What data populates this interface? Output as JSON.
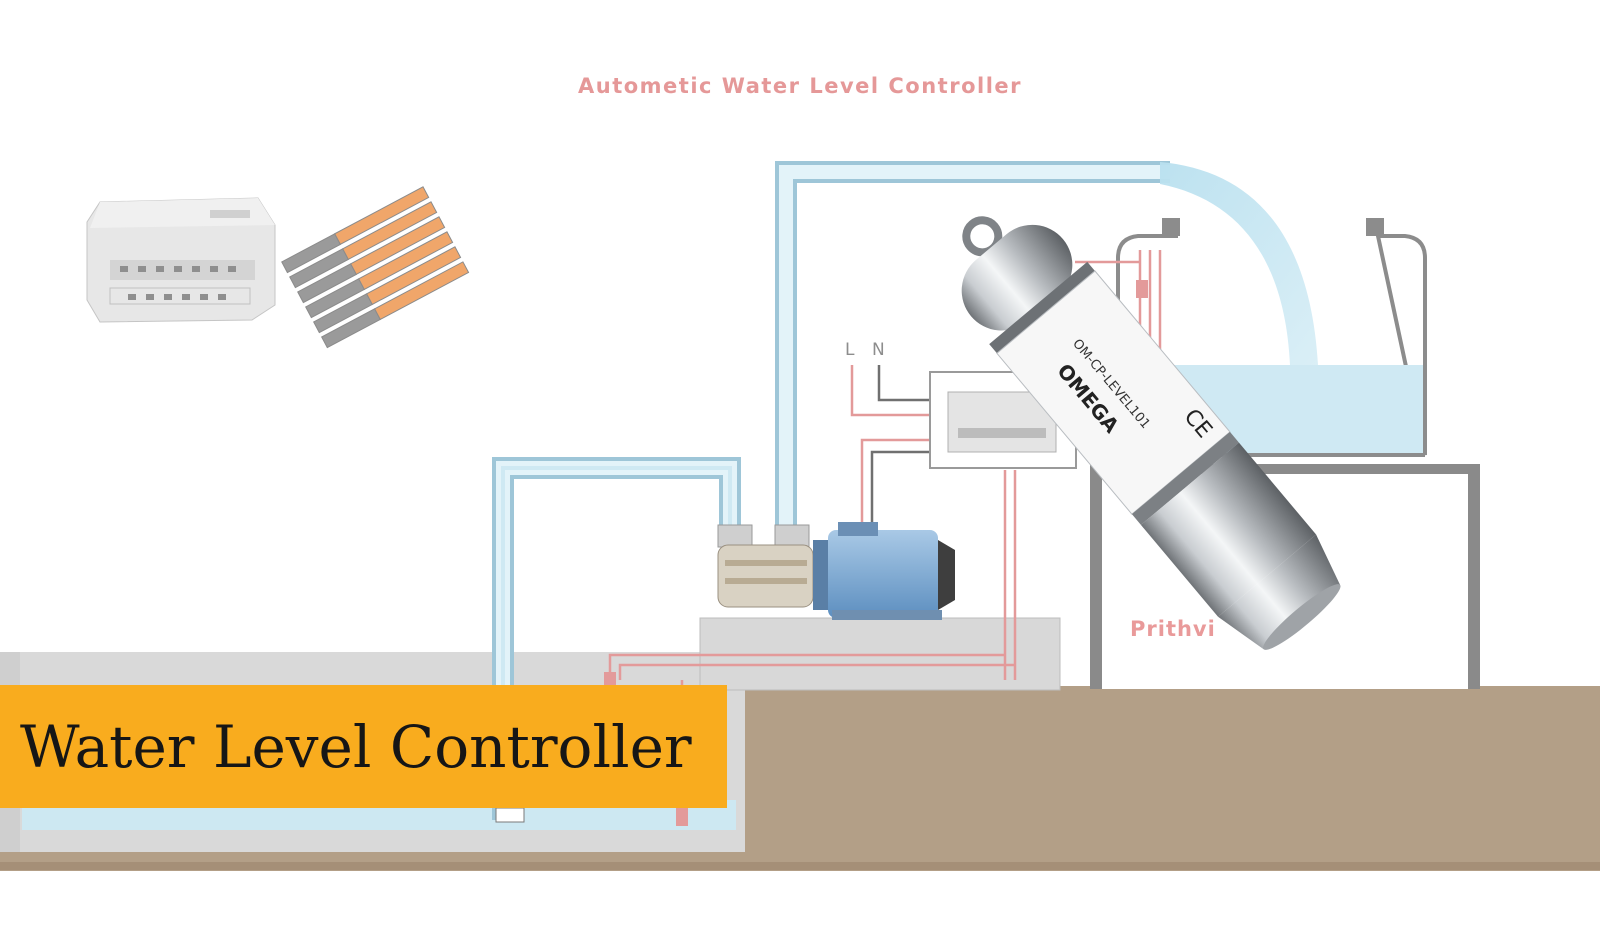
{
  "diagram": {
    "title": "Autometic Water Level Controller",
    "wire_label_l": "L",
    "wire_label_n": "N",
    "brand_label": "Prithvi",
    "colors": {
      "water": "#cfe9f3",
      "pipe_outline": "#9ec6d8",
      "wire_red": "#e39a9a",
      "wire_dark": "#707070",
      "ground": "#b39f87",
      "banner": "#f9ac1e",
      "title": "#e59898"
    }
  },
  "sensor": {
    "brand": "OMEGA",
    "model": "OM-CP-LEVEL101",
    "certification": "CE"
  },
  "banner": {
    "text": "Water Level Controller"
  }
}
